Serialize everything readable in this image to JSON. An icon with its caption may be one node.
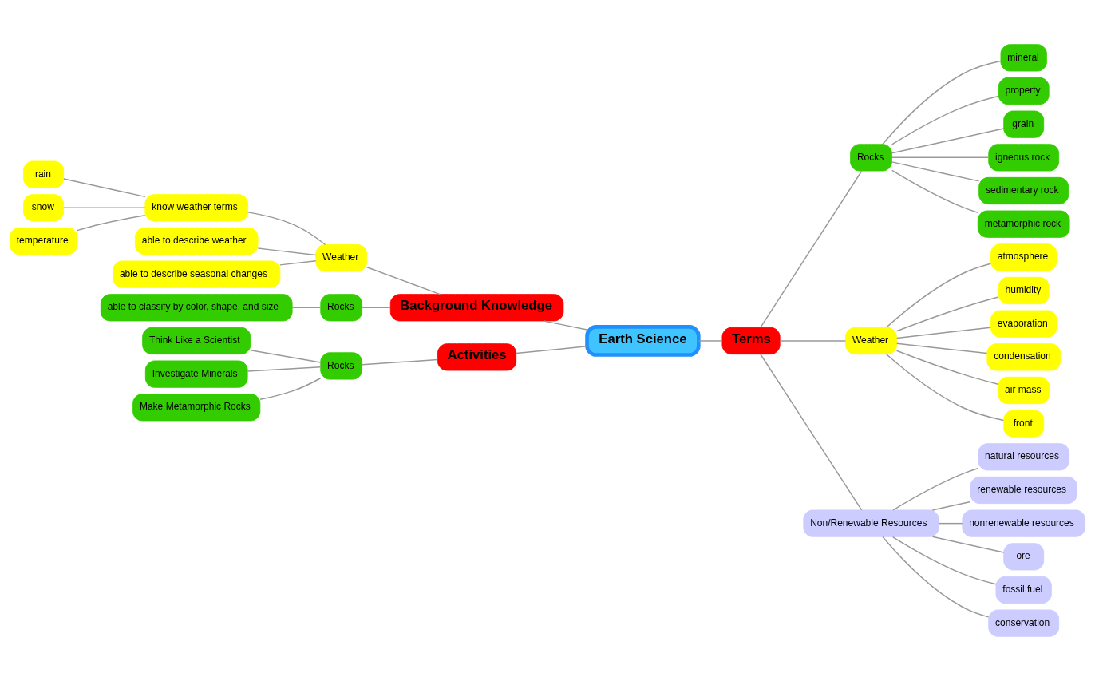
{
  "diagram": {
    "nodes": [
      {
        "text": [
          "Earth Science"
        ]
      },
      {
        "text": [
          "Terms"
        ]
      },
      {
        "text": [
          "Rocks"
        ]
      },
      {
        "text": [
          "mineral"
        ]
      },
      {
        "text": [
          "property"
        ]
      },
      {
        "text": [
          "grain"
        ]
      },
      {
        "text": [
          "igneous rock"
        ]
      },
      {
        "text": [
          "sedimentary rock"
        ]
      },
      {
        "text": [
          "metamorphic rock"
        ]
      },
      {
        "text": [
          "Weather"
        ]
      },
      {
        "text": [
          "atmosphere"
        ]
      },
      {
        "text": [
          "humidity"
        ]
      },
      {
        "text": [
          "evaporation"
        ]
      },
      {
        "text": [
          "condensation"
        ]
      },
      {
        "text": [
          "air mass"
        ]
      },
      {
        "text": [
          "front"
        ]
      },
      {
        "text": [
          "Non/Renewable Resources"
        ]
      },
      {
        "text": [
          "natural resources"
        ]
      },
      {
        "text": [
          "renewable resources"
        ]
      },
      {
        "text": [
          "nonrenewable resources"
        ]
      },
      {
        "text": [
          "ore"
        ]
      },
      {
        "text": [
          "fossil fuel"
        ]
      },
      {
        "text": [
          "conservation"
        ]
      },
      {
        "text": [
          "Background Knowledge"
        ]
      },
      {
        "text": [
          "Weather"
        ]
      },
      {
        "text": [
          "know weather terms"
        ]
      },
      {
        "text": [
          "rain"
        ]
      },
      {
        "text": [
          "snow"
        ]
      },
      {
        "text": [
          "temperature"
        ]
      },
      {
        "text": [
          "able to describe weather"
        ]
      },
      {
        "text": [
          "able to describe seasonal changes"
        ]
      },
      {
        "text": [
          "Rocks"
        ]
      },
      {
        "text": [
          "able to classify by color, shape, and size"
        ]
      },
      {
        "text": [
          "Activities"
        ]
      },
      {
        "text": [
          "Rocks"
        ]
      },
      {
        "text": [
          "Think Like a Scientist"
        ]
      },
      {
        "text": [
          "Investigate Minerals"
        ]
      },
      {
        "text": [
          "Make Metamorphic Rocks"
        ]
      }
    ],
    "edges": [
      {
        "from": 0,
        "to": 1,
        "arrow": "none"
      },
      {
        "from": 1,
        "to": 2,
        "arrow": "none"
      },
      {
        "from": 2,
        "to": 3,
        "arrow": "none"
      },
      {
        "from": 2,
        "to": 4,
        "arrow": "none"
      },
      {
        "from": 2,
        "to": 5,
        "arrow": "none"
      },
      {
        "from": 2,
        "to": 6,
        "arrow": "none"
      },
      {
        "from": 2,
        "to": 7,
        "arrow": "none"
      },
      {
        "from": 2,
        "to": 8,
        "arrow": "none"
      },
      {
        "from": 1,
        "to": 9,
        "arrow": "none"
      },
      {
        "from": 9,
        "to": 10,
        "arrow": "none"
      },
      {
        "from": 9,
        "to": 11,
        "arrow": "none"
      },
      {
        "from": 9,
        "to": 12,
        "arrow": "none"
      },
      {
        "from": 9,
        "to": 13,
        "arrow": "none"
      },
      {
        "from": 9,
        "to": 14,
        "arrow": "none"
      },
      {
        "from": 9,
        "to": 15,
        "arrow": "none"
      },
      {
        "from": 1,
        "to": 16,
        "arrow": "none"
      },
      {
        "from": 16,
        "to": 17,
        "arrow": "none"
      },
      {
        "from": 16,
        "to": 18,
        "arrow": "none"
      },
      {
        "from": 16,
        "to": 19,
        "arrow": "none"
      },
      {
        "from": 16,
        "to": 20,
        "arrow": "none"
      },
      {
        "from": 16,
        "to": 21,
        "arrow": "none"
      },
      {
        "from": 16,
        "to": 22,
        "arrow": "none"
      },
      {
        "from": 23,
        "to": 0,
        "arrow": "none"
      },
      {
        "from": 24,
        "to": 23,
        "arrow": "none"
      },
      {
        "from": 25,
        "to": 24,
        "arrow": "none"
      },
      {
        "from": 26,
        "to": 25,
        "arrow": "none"
      },
      {
        "from": 27,
        "to": 25,
        "arrow": "none"
      },
      {
        "from": 28,
        "to": 25,
        "arrow": "none"
      },
      {
        "from": 29,
        "to": 24,
        "arrow": "none"
      },
      {
        "from": 30,
        "to": 24,
        "arrow": "none"
      },
      {
        "from": 31,
        "to": 23,
        "arrow": "none"
      },
      {
        "from": 32,
        "to": 31,
        "arrow": "none"
      },
      {
        "from": 33,
        "to": 0,
        "arrow": "none"
      },
      {
        "from": 34,
        "to": 33,
        "arrow": "none"
      },
      {
        "from": 35,
        "to": 34,
        "arrow": "none"
      },
      {
        "from": 36,
        "to": 34,
        "arrow": "none"
      },
      {
        "from": 37,
        "to": 34,
        "arrow": "none"
      }
    ]
  }
}
